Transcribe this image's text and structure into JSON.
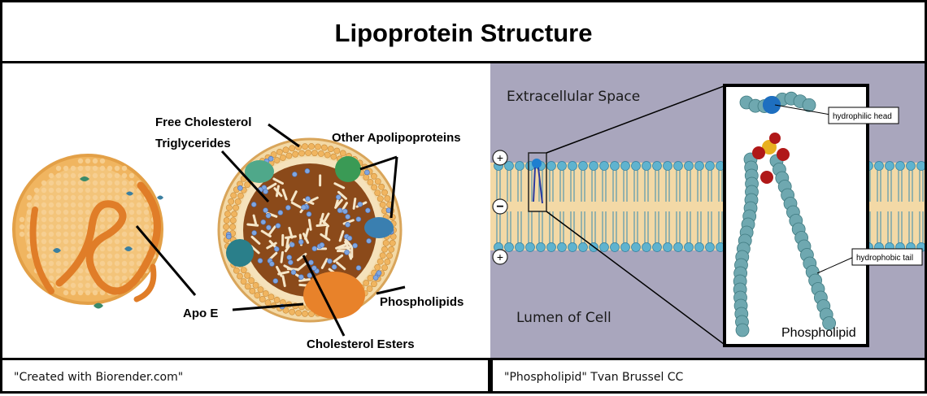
{
  "title": "Lipoprotein Structure",
  "left_diagram": {
    "labels": {
      "free_cholesterol": "Free Cholesterol",
      "triglycerides": "Triglycerides",
      "other_apolipoproteins": "Other Apolipoproteins",
      "apo_e": "Apo E",
      "phospholipids": "Phospholipids",
      "cholesterol_esters": "Cholesterol Esters"
    },
    "credit": "\"Created with Biorender.com\""
  },
  "right_diagram": {
    "labels": {
      "extracellular_space": "Extracellular Space",
      "lumen_of_cell": "Lumen of Cell",
      "hydrophilic_head": "hydrophilic head",
      "hydrophobic_tail": "hydrophobic tail",
      "phospholipid": "Phospholipid",
      "plus": "+",
      "minus": "−"
    },
    "credit": "\"Phospholipid\" Tvan Brussel CC"
  },
  "colors": {
    "membrane_background": "#a9a6bd",
    "lipid_head": "#5fb3cf",
    "lipid_core": "#f3d9a6",
    "particle_orange": "#f0b560",
    "core_brown": "#8b4a1a"
  }
}
